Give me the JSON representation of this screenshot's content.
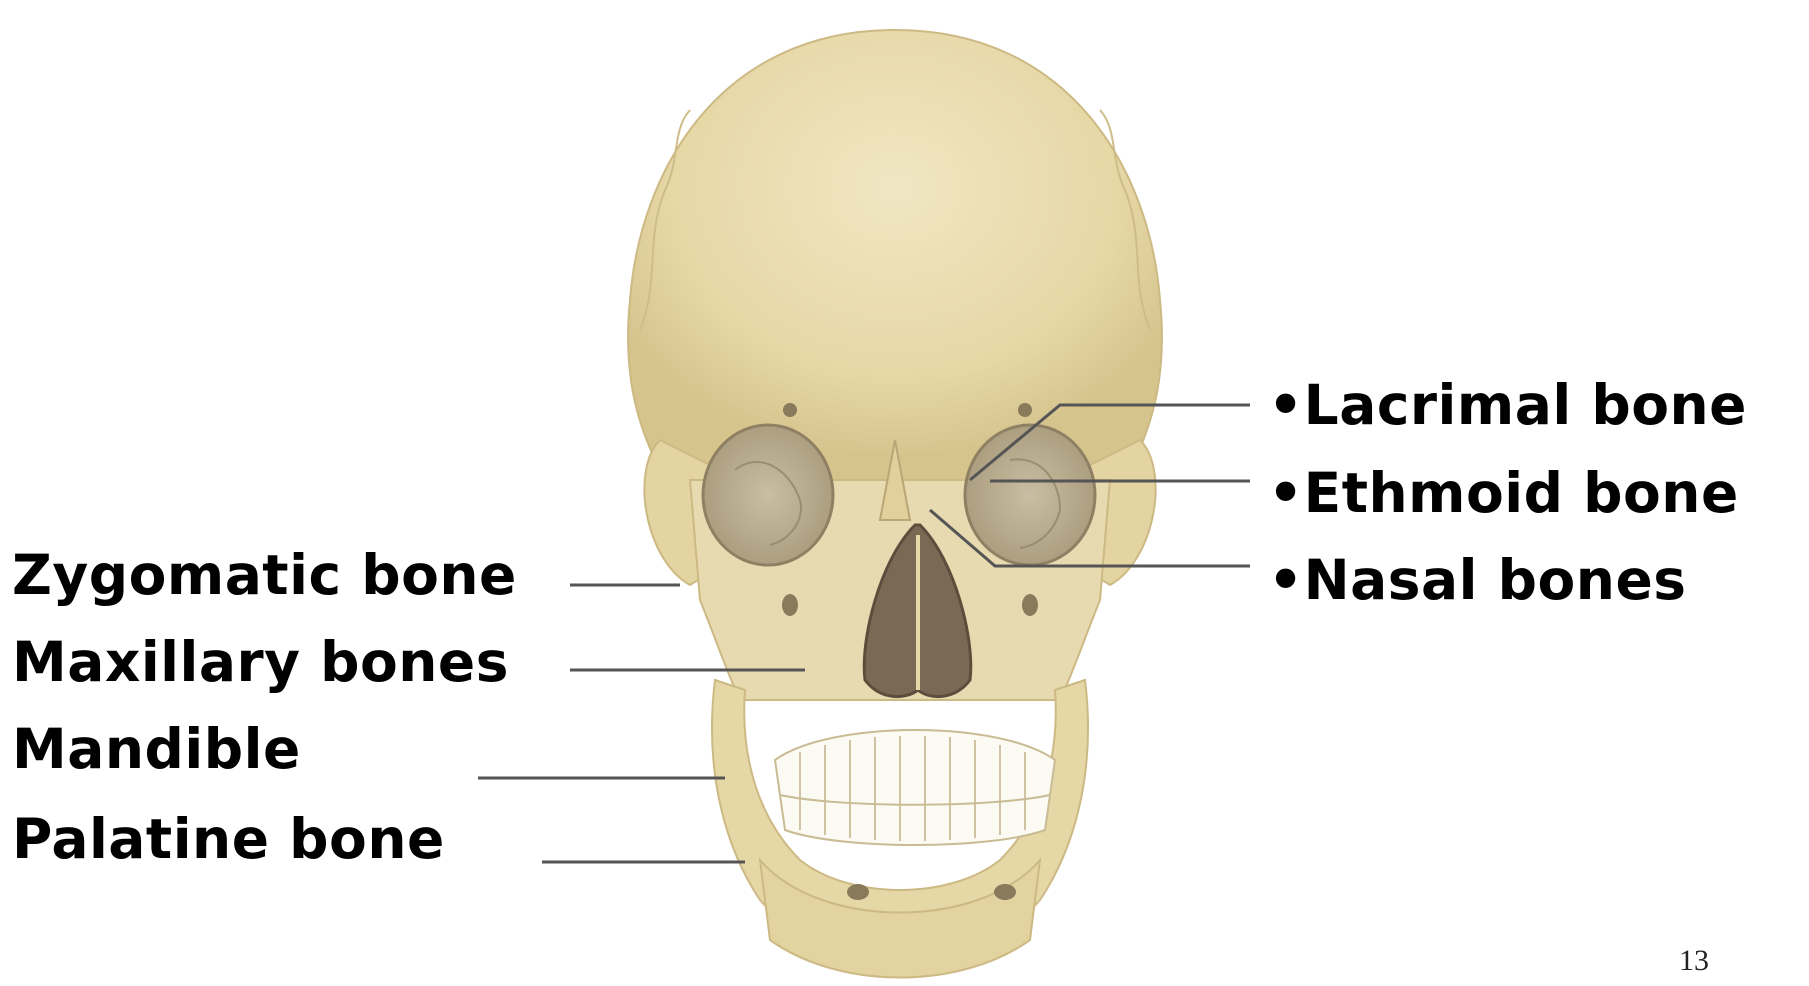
{
  "labels_left": [
    {
      "id": "zygomatic",
      "text": "Zygomatic bone"
    },
    {
      "id": "maxillary",
      "text": "Maxillary bones"
    },
    {
      "id": "mandible",
      "text": "Mandible"
    },
    {
      "id": "palatine",
      "text": "Palatine bone"
    }
  ],
  "labels_right": [
    {
      "id": "lacrimal",
      "text": "•Lacrimal bone"
    },
    {
      "id": "ethmoid",
      "text": "•Ethmoid bone"
    },
    {
      "id": "nasal",
      "text": "•Nasal bones"
    }
  ],
  "page_number": "13",
  "colors": {
    "bone": "#e9dcb0",
    "bone_shadow": "#d8c690",
    "orbit": "#b7ab8e",
    "nasal_cavity": "#7a6a55",
    "teeth": "#fbfaf3",
    "leader_line": "#555555",
    "text": "#000000"
  }
}
